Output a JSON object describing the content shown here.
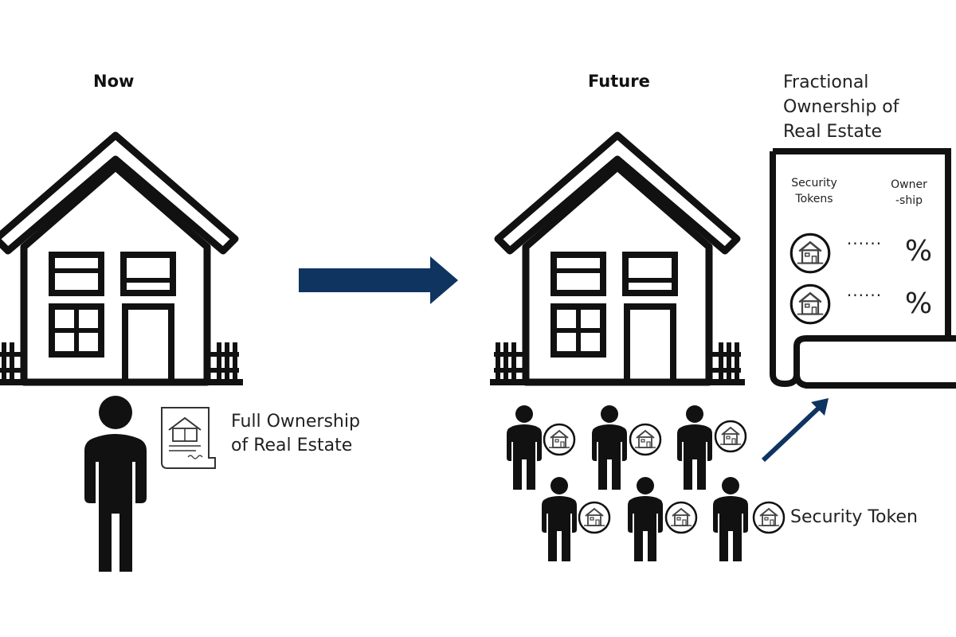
{
  "now": {
    "heading": "Now",
    "caption": "Full Ownership\nof Real Estate"
  },
  "future": {
    "heading": "Future",
    "caption": "Security Token"
  },
  "document": {
    "title": "Fractional\nOwnership of\nReal Estate",
    "col1": "Security\nTokens",
    "col2": "Owner\n-ship",
    "rows": [
      {
        "dots": "......",
        "value": "%"
      },
      {
        "dots": "......",
        "value": "%"
      }
    ]
  },
  "colors": {
    "arrow": "#0f3460",
    "ink": "#111111"
  }
}
